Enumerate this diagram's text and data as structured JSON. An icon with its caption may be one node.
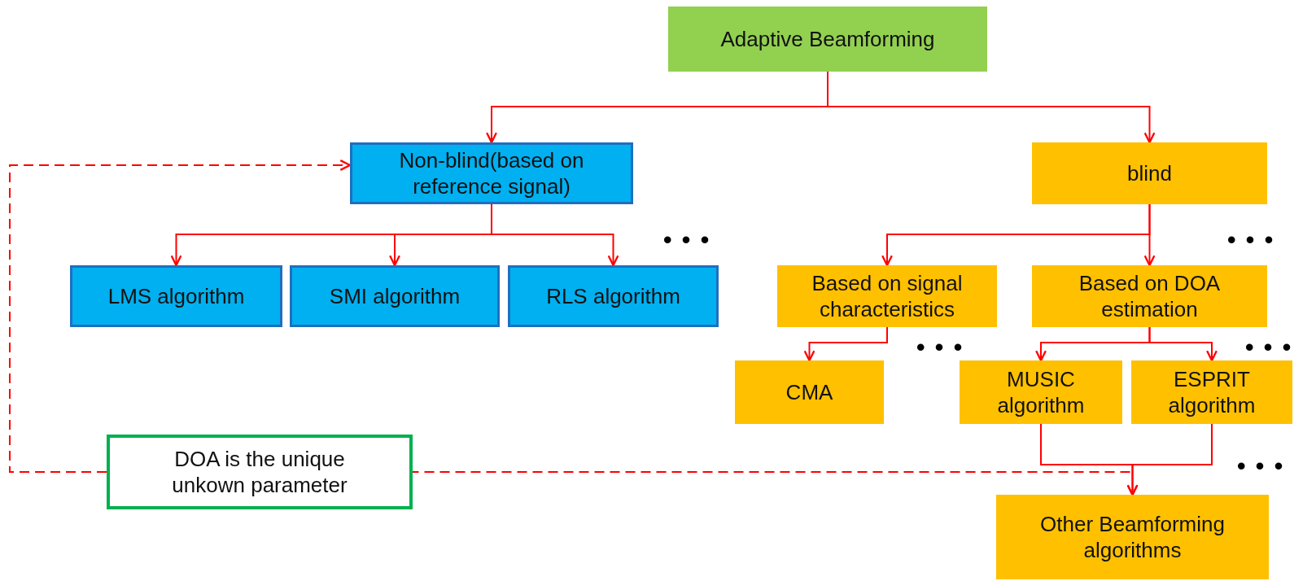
{
  "diagram": {
    "nodes": [
      {
        "text": [
          "Adaptive Beamforming"
        ]
      },
      {
        "text": [
          "Non-blind(based on reference signal)"
        ]
      },
      {
        "text": [
          "blind"
        ]
      },
      {
        "text": [
          "LMS algorithm"
        ]
      },
      {
        "text": [
          "SMI algorithm"
        ]
      },
      {
        "text": [
          "RLS algorithm"
        ]
      },
      {
        "text": [
          "Based on signal characteristics"
        ]
      },
      {
        "text": [
          "Based on DOA estimation"
        ]
      },
      {
        "text": [
          "CMA"
        ]
      },
      {
        "text": [
          "MUSIC algorithm"
        ]
      },
      {
        "text": [
          "ESPRIT algorithm"
        ]
      },
      {
        "text": [
          "DOA is the unique unkown parameter"
        ]
      },
      {
        "text": [
          "Other Beamforming algorithms"
        ]
      }
    ],
    "edges": [
      {
        "from": 0,
        "to": 1,
        "arrow": "to"
      },
      {
        "from": 0,
        "to": 2,
        "arrow": "to"
      },
      {
        "from": 1,
        "to": 3,
        "arrow": "to"
      },
      {
        "from": 1,
        "to": 4,
        "arrow": "to"
      },
      {
        "from": 1,
        "to": 5,
        "arrow": "to"
      },
      {
        "from": 2,
        "to": 6,
        "arrow": "to"
      },
      {
        "from": 2,
        "to": 7,
        "arrow": "to"
      },
      {
        "from": 6,
        "to": 8,
        "arrow": "to"
      },
      {
        "from": 7,
        "to": 9,
        "arrow": "to"
      },
      {
        "from": 7,
        "to": 10,
        "arrow": "to"
      },
      {
        "from": 9,
        "to": 12,
        "arrow": "to"
      },
      {
        "from": 10,
        "to": 12,
        "arrow": "to"
      },
      {
        "from": 12,
        "to": 11,
        "arrow": "none",
        "style": "dashed"
      },
      {
        "from": 11,
        "to": 1,
        "arrow": "to",
        "style": "dashed"
      }
    ],
    "labels": [
      "• • •",
      "• • •",
      "• • •",
      "• • •",
      "• • •"
    ]
  }
}
